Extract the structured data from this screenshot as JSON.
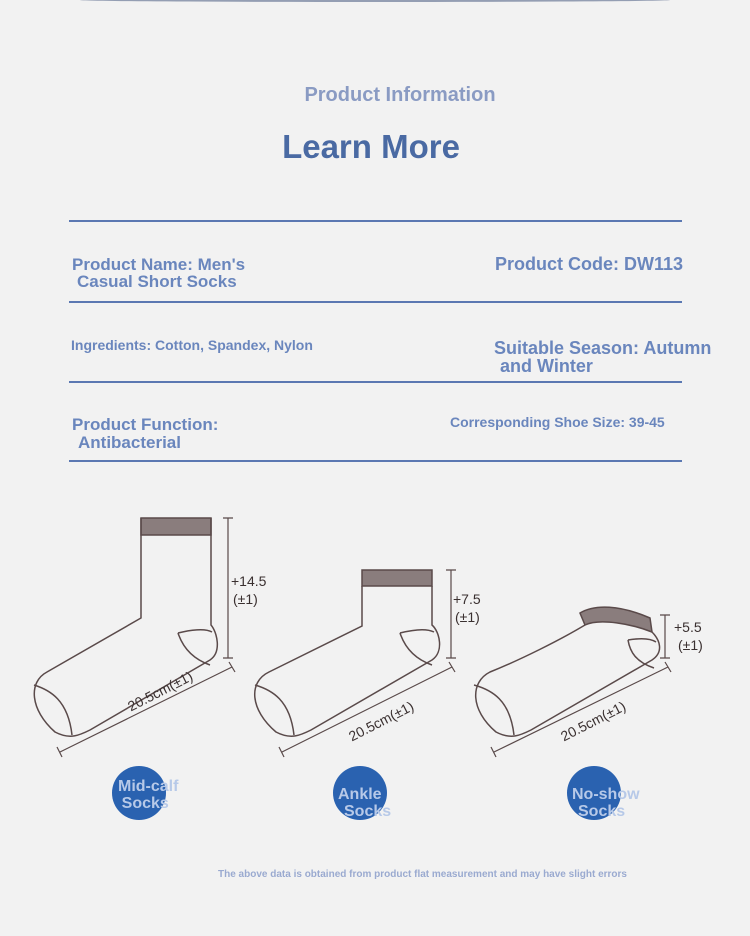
{
  "header": {
    "subtitle": "Product Information",
    "title": "Learn More"
  },
  "info": {
    "product_name_line1": "Product Name: Men's",
    "product_name_line2": "Casual Short Socks",
    "product_code": "Product Code: DW113",
    "ingredients": "Ingredients: Cotton, Spandex, Nylon",
    "season_line1": "Suitable Season: Autumn",
    "season_line2": "and Winter",
    "function_line1": "Product Function:",
    "function_line2": "Antibacterial",
    "shoe_size": "Corresponding Shoe Size: 39-45"
  },
  "socks": [
    {
      "height": "+14.5",
      "tolerance": "(±1)",
      "length": "20.5cm(±1)",
      "label_line1": "Mid-calf",
      "label_line2": "Socks"
    },
    {
      "height": "+7.5",
      "tolerance": "(±1)",
      "length": "20.5cm(±1)",
      "label_line1": "Ankle",
      "label_line2": "Socks"
    },
    {
      "height": "+5.5",
      "tolerance": "(±1)",
      "length": "20.5cm(±1)",
      "label_line1": "No-show",
      "label_line2": "Socks"
    }
  ],
  "footnote": "The above data is obtained from product flat measurement and may have slight errors",
  "colors": {
    "accent": "#4a6aa3",
    "text_light": "#6a86bd",
    "badge": "#2a62b0",
    "outline": "#5a4a4a"
  }
}
